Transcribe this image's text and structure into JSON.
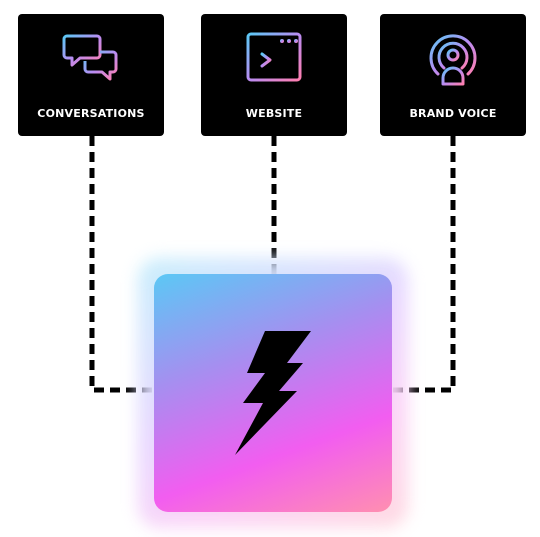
{
  "sources": [
    {
      "label": "CONVERSATIONS",
      "icon": "chat-bubbles-icon"
    },
    {
      "label": "WEBSITE",
      "icon": "terminal-window-icon"
    },
    {
      "label": "BRAND VOICE",
      "icon": "broadcast-user-icon"
    }
  ],
  "hub": {
    "icon": "lightning-bolt-icon"
  },
  "colors": {
    "card_background": "#000000",
    "label_text": "#ffffff",
    "connector": "#000000",
    "gradient_start": "#5bc8f5",
    "gradient_mid": "#f25df0",
    "gradient_end": "#ff8fb0"
  }
}
